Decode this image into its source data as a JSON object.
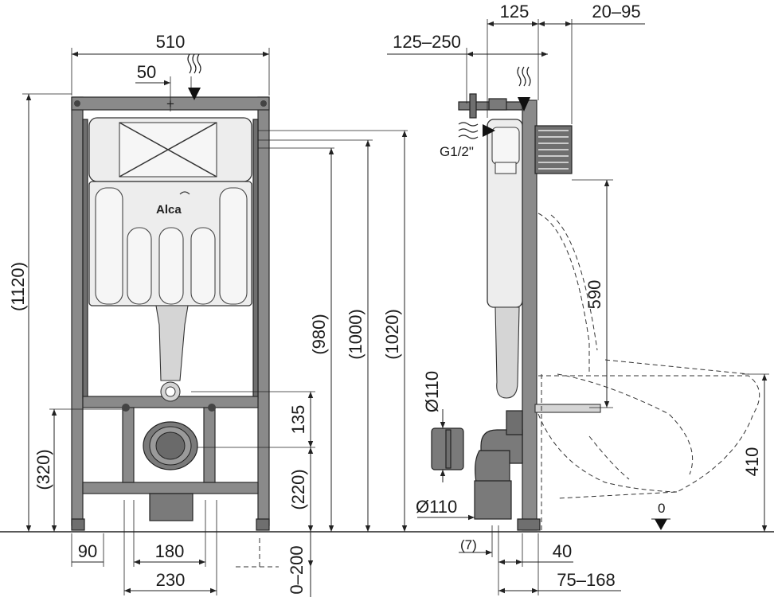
{
  "brand": "Alca",
  "front_view": {
    "dims": {
      "width_510": "510",
      "offset_50": "50",
      "height_1120": "(1120)",
      "height_980": "(980)",
      "height_1000": "(1000)",
      "height_1020": "(1020)",
      "height_320": "(320)",
      "height_135": "135",
      "height_220": "(220)",
      "depth_0_200": "0–200",
      "spacing_90": "90",
      "spacing_180": "180",
      "spacing_230": "230"
    }
  },
  "side_view": {
    "dims": {
      "depth_125": "125",
      "depth_20_95": "20–95",
      "depth_125_250": "125–250",
      "thread_g12": "G1/2\"",
      "height_590": "590",
      "pipe_dia_upper": "Ø110",
      "pipe_dia_lower": "Ø110",
      "height_410": "410",
      "floor_zero": "0",
      "offset_7": "(7)",
      "offset_40": "40",
      "offset_75_168": "75–168"
    }
  }
}
